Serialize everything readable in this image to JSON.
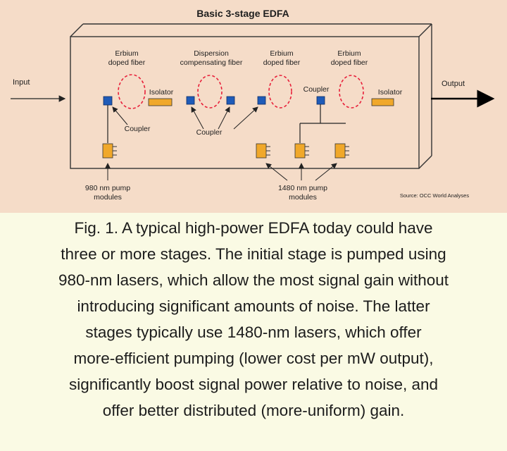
{
  "diagram": {
    "title": "Basic 3-stage EDFA",
    "input_label": "Input",
    "output_label": "Output",
    "fibers": [
      {
        "line1": "Erbium",
        "line2": "doped fiber"
      },
      {
        "line1": "Dispersion",
        "line2": "compensating fiber"
      },
      {
        "line1": "Erbium",
        "line2": "doped fiber"
      },
      {
        "line1": "Erbium",
        "line2": "doped fiber"
      }
    ],
    "isolator_label": "Isolator",
    "coupler_label": "Coupler",
    "pump_980": {
      "line1": "980 nm pump",
      "line2": "modules"
    },
    "pump_1480": {
      "line1": "1480 nm pump",
      "line2": "modules"
    },
    "source": "Source: OCC World Analyses",
    "colors": {
      "background": "#f5dcc8",
      "coupler": "#1f5bb8",
      "isolator": "#f0a82a",
      "fiber_loop": "#e8203a",
      "pump_module": "#f0a82a"
    }
  },
  "caption": {
    "lines": [
      "Fig. 1. A typical high-power EDFA today could have",
      "three or more stages. The initial stage is pumped using",
      "980-nm lasers, which allow the most signal gain without",
      "introducing significant amounts of noise. The latter",
      "stages typically use 1480-nm lasers, which offer",
      "more-efficient pumping (lower cost per mW output),",
      "significantly boost signal power relative to noise, and",
      "offer better distributed (more-uniform) gain."
    ]
  }
}
